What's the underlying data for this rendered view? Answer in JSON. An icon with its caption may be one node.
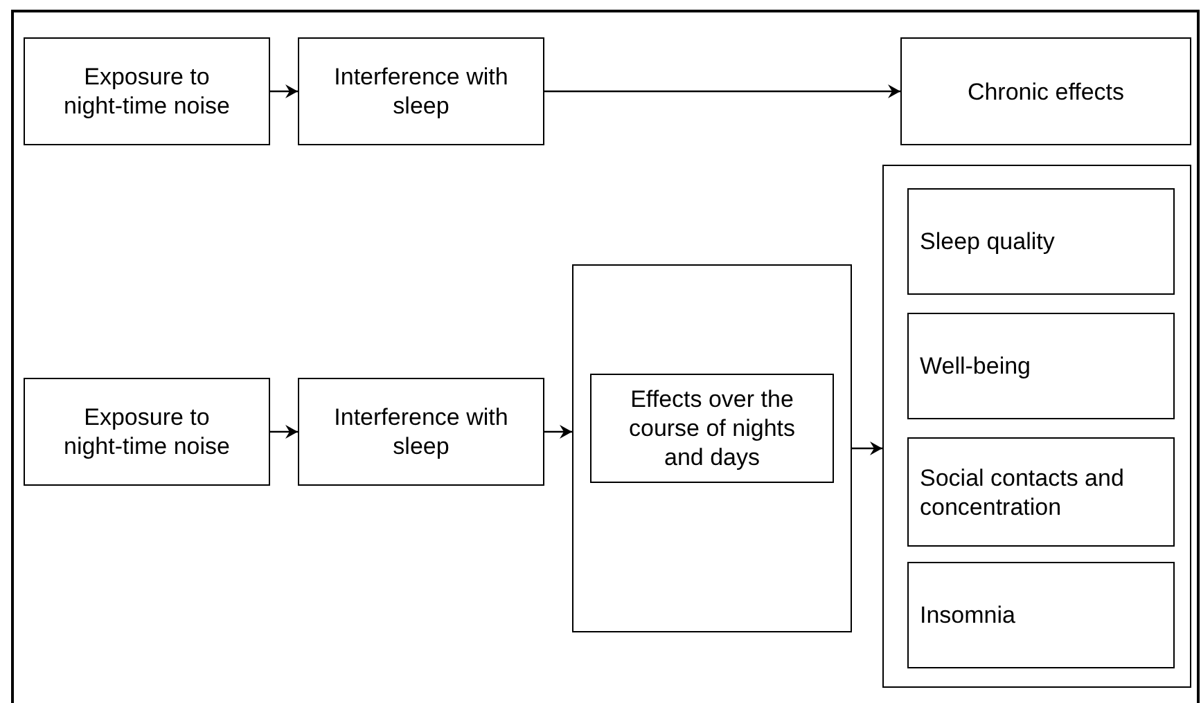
{
  "diagram": {
    "nodes": [
      {
        "text": [
          "Exposure to night-time noise"
        ]
      },
      {
        "text": [
          "Interference with sleep"
        ]
      },
      {
        "text": [
          "Chronic effects"
        ]
      },
      {
        "text": [
          "Exposure to night-time noise"
        ]
      },
      {
        "text": [
          "Interference with sleep"
        ]
      },
      {
        "text": [],
        "shape": "box"
      },
      {
        "text": [
          "Effects over the course of nights and days"
        ],
        "in": 5
      },
      {
        "text": [],
        "shape": "box"
      },
      {
        "text": [
          "Sleep quality"
        ],
        "in": 7
      },
      {
        "text": [
          "Well-being"
        ],
        "in": 7
      },
      {
        "text": [
          "Social contacts and concentration"
        ],
        "in": 7
      },
      {
        "text": [
          "Insomnia"
        ],
        "in": 7
      }
    ],
    "edges": [
      {
        "from": 0,
        "to": 1,
        "arrow": "to"
      },
      {
        "from": 1,
        "to": 2,
        "arrow": "to"
      },
      {
        "from": 3,
        "to": 4,
        "arrow": "to"
      },
      {
        "from": 4,
        "to": 5,
        "arrow": "to"
      },
      {
        "from": 5,
        "to": 7,
        "arrow": "to"
      }
    ]
  }
}
